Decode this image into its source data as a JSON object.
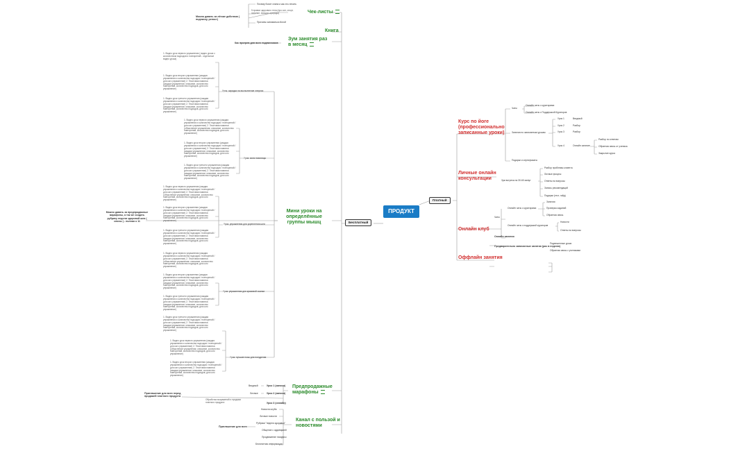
{
  "root": "ПРОДУКТ",
  "paid": {
    "label": "Платный",
    "yoga": {
      "title": "Курс по йоге (профессионально записанные уроки)",
      "chats_label": "Чаты",
      "chats": [
        "Онлайн чаты с кураторами",
        "Онлайн чаты с Поддержкой Кураторов"
      ],
      "lessons_label": "Занятия по записанным урокам",
      "lessons": [
        {
          "name": "Урок 1",
          "value": "Вводный"
        },
        {
          "name": "Урок 2",
          "value": "Разбор"
        },
        {
          "name": "Урок 3",
          "value": "Разбор"
        },
        {
          "name": "Урок 4",
          "value": "Онлайн занятие",
          "subs": [
            "Разбор по ответам",
            "Обратная связь от ученика",
            "Закрытие курса"
          ]
        }
      ],
      "cert": "Подарки и сертификаты"
    },
    "consult": {
      "title": "Личные онлайн консультации",
      "hub": "Зум встреча на 30-60 минут",
      "items": [
        "Разбор проблемы клиента",
        "Личные фокусы",
        "Ответы на вопросы",
        "Запись рекомендаций",
        "Подарки (тест, гайд)"
      ]
    },
    "club": {
      "title": "Онлайн клуб",
      "chats_label": "Чаты",
      "online_chats": "Онлайн чаты с кураторами",
      "online_subs": [
        "Занятия",
        "Проверка заданий",
        "Обратная связь"
      ],
      "support_chats": "Онлайн чаты с поддержкой кураторов",
      "support_subs": [
        "Новости",
        "Ответы на вопросы"
      ],
      "online_lessons": "Онлайн занятия",
      "prerecorded": "Предварительно записанные занятия (раз в неделю)",
      "prerecorded_subs": [
        "Подвешенные уроки",
        "Обратная связь с учениками"
      ]
    },
    "offline": "Оффлайн занятия"
  },
  "free": {
    "label": "Бесплатный",
    "checklists": {
      "title": "Чек-листы",
      "parent": "Можно давать за лёгкие действия ( подписку, репост)",
      "items": [
        "Почему болит спина и как это лечить",
        "5 правил здорового тела (про сон, спорт, питание, эмоции, природа)",
        "Причины заниматься йогой"
      ]
    },
    "book": "Книга",
    "zoom": {
      "title": "Зум занятия раз в месяц",
      "parent": "Как прогрев для всех подписчиков"
    },
    "mini": {
      "title": "Мини уроки на определённые группы мышц",
      "parent": "Можно давать за предпродажные марафоны, а так же создать рубрику недели здоровой шеи ( спины ) - полная о 11",
      "texts": {
        "first_a": "1. Видео урок первого упражнения ( видео урока с количеством подходов и повторений - отдельные видео урока)",
        "first_b": "1. Видео урок первого упражнения (каждая упражнения и количества подходов / повторений / для кого упражнение) 2. Текстовая памятка (объяснение упражнения: описание, количество повторений, количество подходов, для кого упражнение)",
        "second": "1. Видео урок второго упражнения (каждая упражнения и количества подходов / повторений / для кого упражнение) 2. Текстовая памятка (каждая упражнения: описание, количество повторений, количество подходов, для кого упражнение)",
        "third": "1. Видео урок третьего упражнения (каждая упражнения и количества подходов / повторений / для кого упражнение) 2. Текстовая памятка (каждая упражнения: описание, количество повторений, количество подходов, для кого упражнение)"
      },
      "groups": [
        {
          "label": "Урок: зарядка на восполнение энергии"
        },
        {
          "label": "Урок: сила поясницы"
        },
        {
          "label": "Урок: упражнения для укрепления шеи"
        },
        {
          "label": "Урок: упражнения для красивой осанки"
        },
        {
          "label": "Урок: лучшие позы для похудения"
        }
      ]
    },
    "marathon": {
      "title": "Предпродажные марафоны",
      "parent": "Приглашение для всех перед продажей платного продукта",
      "intro_items": [
        {
          "key": "Вводный",
          "value": "Урок 1 (записи)"
        },
        {
          "key": "Личные",
          "value": "Урок 2 (записи)"
        }
      ],
      "feedback": "Обработка возражений и продажа платного продукта",
      "lesson3": "Урок 3 (онлайн)"
    },
    "channel": {
      "title": "Канал с пользой и новостями",
      "parent": "Приглашение для всех",
      "items": [
        "Новости клуба",
        "Личные новости",
        "Рубрики \"неделя здоровья\"",
        "Общение с аудиторией",
        "Продвижение на курсы",
        "Бесплатная информация"
      ]
    }
  }
}
